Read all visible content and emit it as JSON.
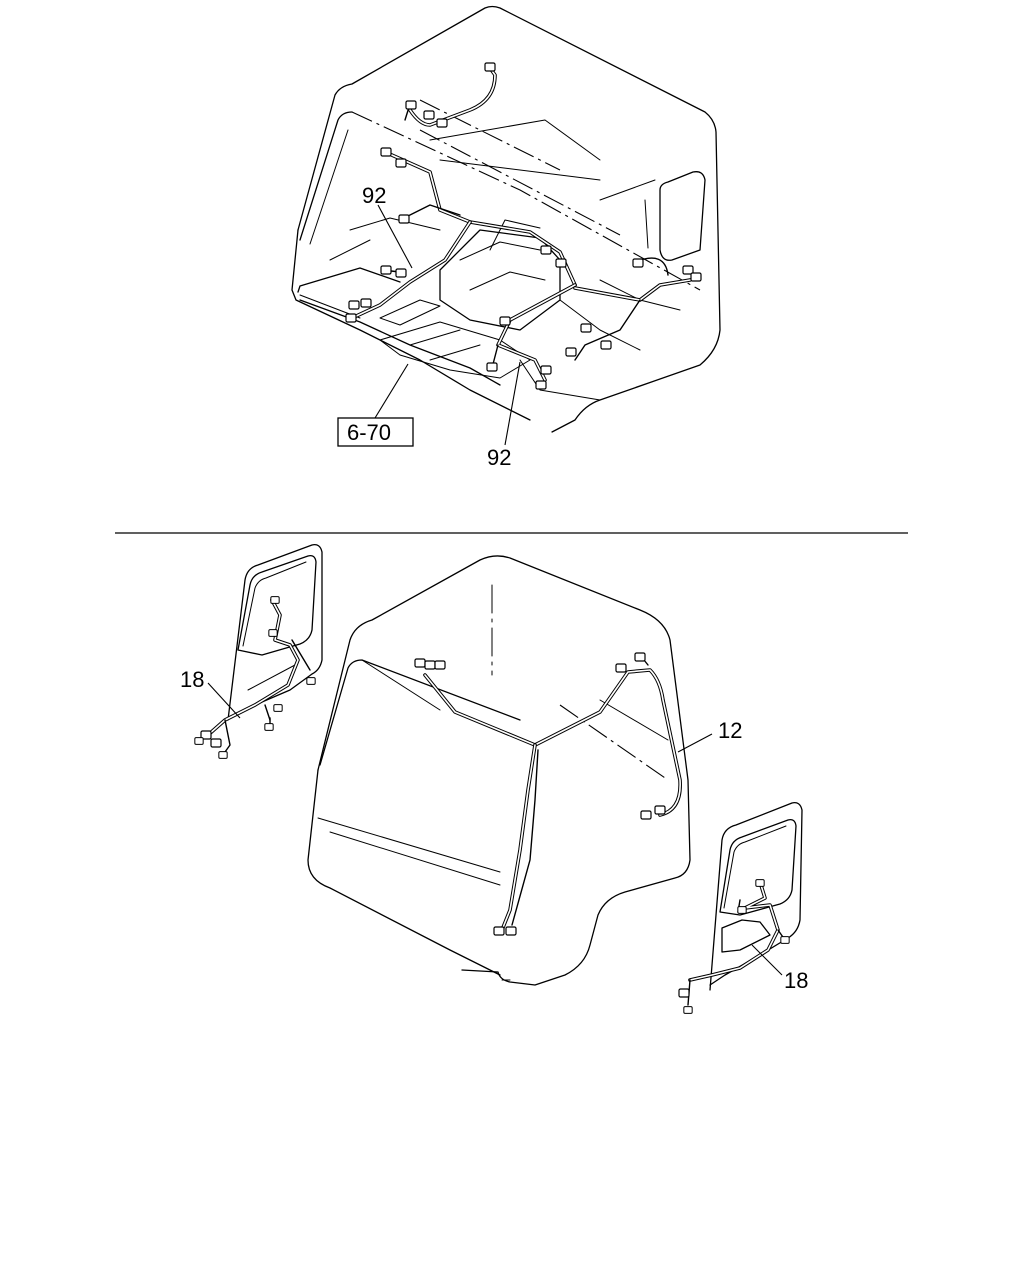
{
  "callouts": {
    "top_left_92": "92",
    "top_bottom_92": "92",
    "ref_box": "6-70",
    "left_door_18": "18",
    "right_door_18": "18",
    "rear_harness_12": "12"
  }
}
